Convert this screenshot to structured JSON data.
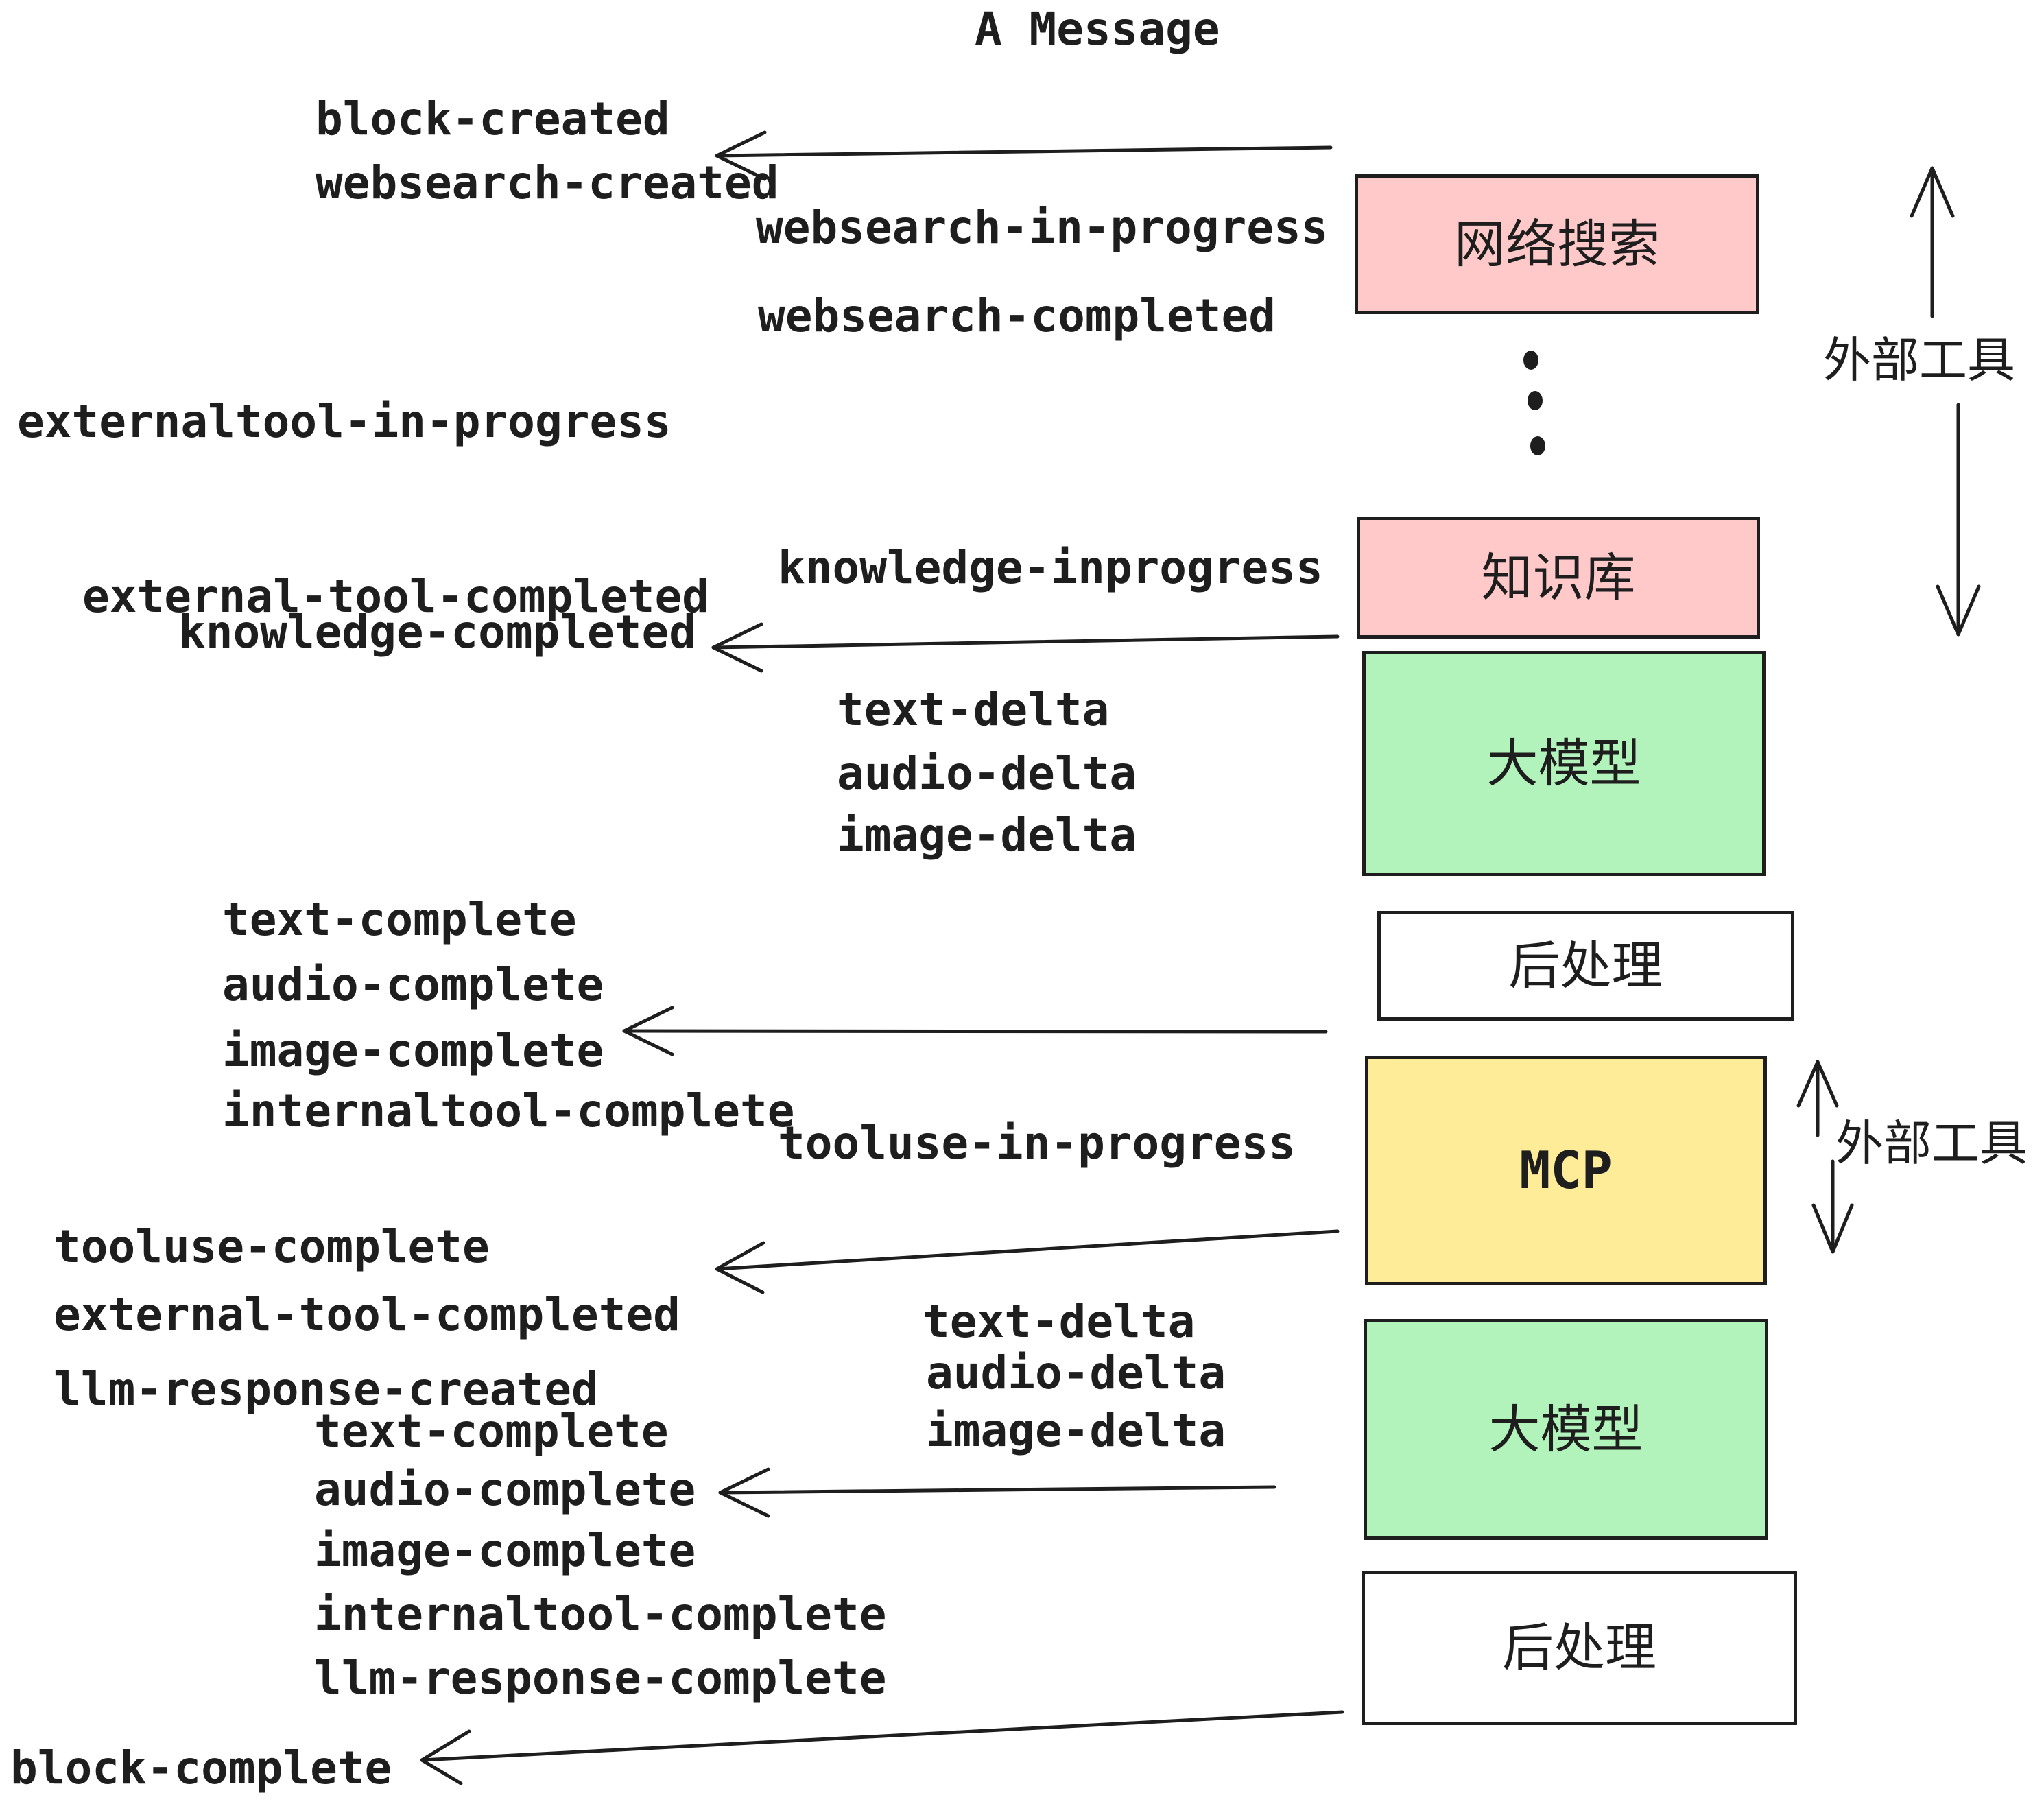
{
  "title": "A Message",
  "boxes": [
    {
      "id": "websearch",
      "label": "网络搜索",
      "fill": "#ffc9c9"
    },
    {
      "id": "knowledge-base",
      "label": "知识库",
      "fill": "#ffc9c9"
    },
    {
      "id": "llm-first",
      "label": "大模型",
      "fill": "#b2f2bb"
    },
    {
      "id": "post-process-first",
      "label": "后处理",
      "fill": "#ffffff"
    },
    {
      "id": "mcp",
      "label": "MCP",
      "fill": "#ffec99"
    },
    {
      "id": "llm-second",
      "label": "大模型",
      "fill": "#b2f2bb"
    },
    {
      "id": "post-process-second",
      "label": "后处理",
      "fill": "#ffffff"
    }
  ],
  "side_annotations": [
    {
      "label": "外部工具"
    },
    {
      "label": "外部工具"
    }
  ],
  "events": {
    "block_created": "block-created",
    "websearch_created": "websearch-created",
    "websearch_in_progress": "websearch-in-progress",
    "websearch_completed": "websearch-completed",
    "externaltool_in_progress": "externaltool-in-progress",
    "knowledge_inprogress": "knowledge-inprogress",
    "external_tool_completed": "external-tool-completed",
    "knowledge_completed": "knowledge-completed",
    "text_delta": "text-delta",
    "audio_delta": "audio-delta",
    "image_delta": "image-delta",
    "text_complete": "text-complete",
    "audio_complete": "audio-complete",
    "image_complete": "image-complete",
    "internaltool_complete": "internaltool-complete",
    "tooluse_in_progress": "tooluse-in-progress",
    "tooluse_complete": "tooluse-complete",
    "llm_response_created": "llm-response-created",
    "llm_response_complete": "llm-response-complete",
    "block_complete": "block-complete"
  },
  "colors": {
    "stroke": "#1e1e1e",
    "box_pink": "#ffc9c9",
    "box_green": "#b2f2bb",
    "box_yellow": "#ffec99",
    "box_white": "#ffffff",
    "background": "#ffffff"
  }
}
